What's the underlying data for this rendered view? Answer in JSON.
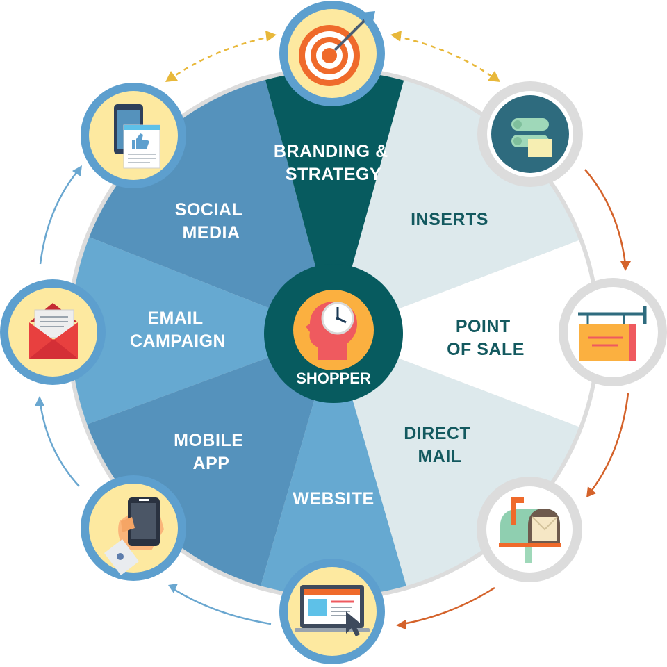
{
  "hub": {
    "label": "SHOPPER",
    "icon": "head-clock-icon"
  },
  "segments": [
    {
      "id": "branding",
      "line1": "BRANDING &",
      "line2": "STRATEGY",
      "icon": "target-icon"
    },
    {
      "id": "inserts",
      "line1": "INSERTS",
      "line2": "",
      "icon": "rolled-paper-icon"
    },
    {
      "id": "pos",
      "line1": "POINT",
      "line2": "OF SALE",
      "icon": "hanging-sign-icon"
    },
    {
      "id": "mail",
      "line1": "DIRECT",
      "line2": "MAIL",
      "icon": "mailbox-icon"
    },
    {
      "id": "website",
      "line1": "WEBSITE",
      "line2": "",
      "icon": "laptop-cursor-icon"
    },
    {
      "id": "mobile",
      "line1": "MOBILE",
      "line2": "APP",
      "icon": "hand-phone-icon"
    },
    {
      "id": "email",
      "line1": "EMAIL",
      "line2": "CAMPAIGN",
      "icon": "envelope-icon"
    },
    {
      "id": "social",
      "line1": "SOCIAL",
      "line2": "MEDIA",
      "icon": "phone-like-icon"
    }
  ],
  "colors": {
    "branding": "#075b5f",
    "inserts": "#dde9ec",
    "pos": "#ffffff",
    "mail": "#dde9ec",
    "website": "#66a9d1",
    "mobile": "#5592bc",
    "email": "#66a9d1",
    "social": "#5592bc",
    "ring": "#dcdcdc",
    "yellow": "#fde9a0",
    "blue_ring": "#5d9fce",
    "arrow_yellow": "#e8b83a",
    "arrow_orange": "#d4622a",
    "arrow_blue": "#6aa7d0"
  }
}
